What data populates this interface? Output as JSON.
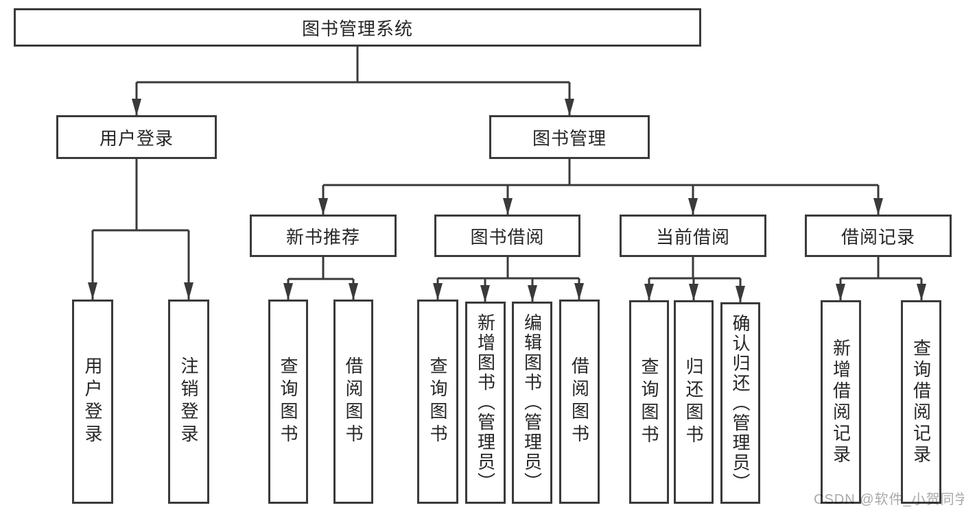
{
  "colors": {
    "line": "#3a3a3a",
    "box_border": "#3a3a3a",
    "box_fill": "#ffffff",
    "text": "#262626",
    "watermark_text": "#a9a9a9",
    "background": "#ffffff"
  },
  "watermark": "CSDN @软件_小贺同学",
  "tree": {
    "root": {
      "label": "图书管理系统",
      "children": [
        {
          "label": "用户登录",
          "children": [
            {
              "label": "用户登录"
            },
            {
              "label": "注销登录"
            }
          ]
        },
        {
          "label": "图书管理",
          "children": [
            {
              "label": "新书推荐",
              "children": [
                {
                  "label": "查询图书"
                },
                {
                  "label": "借阅图书"
                }
              ]
            },
            {
              "label": "图书借阅",
              "children": [
                {
                  "label": "查询图书"
                },
                {
                  "label": "新增图书（管理员）"
                },
                {
                  "label": "编辑图书（管理员）"
                },
                {
                  "label": "借阅图书"
                }
              ]
            },
            {
              "label": "当前借阅",
              "children": [
                {
                  "label": "查询图书"
                },
                {
                  "label": "归还图书"
                },
                {
                  "label": "确认归还（管理员）"
                }
              ]
            },
            {
              "label": "借阅记录",
              "children": [
                {
                  "label": "新增借阅记录"
                },
                {
                  "label": "查询借阅记录"
                }
              ]
            }
          ]
        }
      ]
    }
  }
}
